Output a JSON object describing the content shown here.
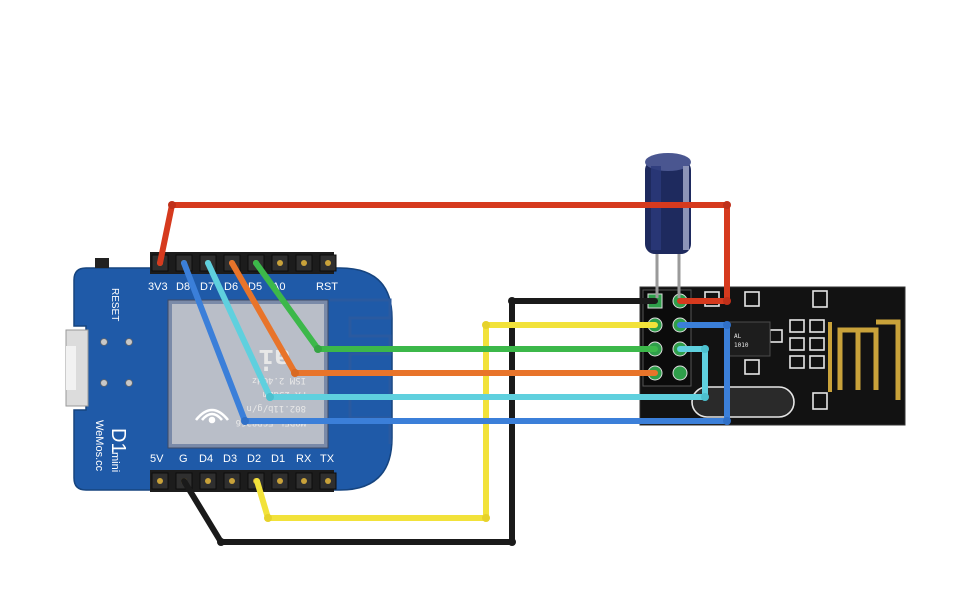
{
  "board": {
    "model_line1": "D1",
    "model_line2": "mini",
    "brand": "WeMos.cc",
    "reset_label": "RESET",
    "top_pins": [
      "3V3",
      "D8",
      "D7",
      "D6",
      "D5",
      "A0",
      "RST"
    ],
    "bottom_pins": [
      "5V",
      "G",
      "D4",
      "D3",
      "D2",
      "D1",
      "RX",
      "TX"
    ],
    "color": "#1f5aa8"
  },
  "chip": {
    "brand": "ai",
    "lines": [
      "MODEL ESP8266",
      "802.11b/g/n",
      "PA 25dBm",
      "ISM 2.4GHz"
    ]
  },
  "radio": {
    "ic_marking": "...",
    "color": "#111111"
  },
  "wire_colors": {
    "red": "#d63a1e",
    "black": "#1a1a1a",
    "yellow": "#f2e23a",
    "green": "#3cb84a",
    "orange": "#e8742a",
    "cyan": "#5fd0de",
    "blue": "#3b7fd9"
  }
}
